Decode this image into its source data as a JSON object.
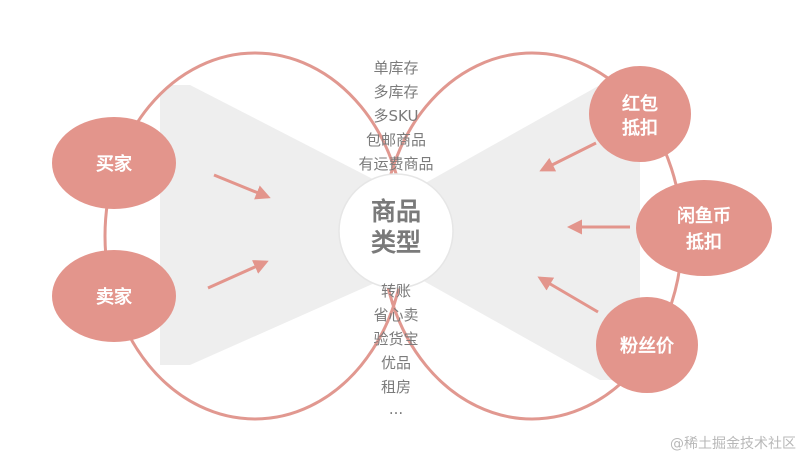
{
  "center_title": [
    "商品",
    "类型"
  ],
  "product_types_top": [
    "单库存",
    "多库存",
    "多SKU",
    "包邮商品",
    "有运费商品"
  ],
  "product_types_bottom": [
    "转账",
    "省心卖",
    "验货宝",
    "优品",
    "租房",
    "..."
  ],
  "left_nodes": [
    {
      "lines": [
        "买家"
      ]
    },
    {
      "lines": [
        "卖家"
      ]
    }
  ],
  "right_nodes": [
    {
      "lines": [
        "红包",
        "抵扣"
      ]
    },
    {
      "lines": [
        "闲鱼币",
        "抵扣"
      ]
    },
    {
      "lines": [
        "粉丝价"
      ]
    }
  ],
  "watermark": "@稀土掘金技术社区",
  "colors": {
    "node_fill": "#e3958c",
    "ring_stroke": "#e19890",
    "arrow": "#e3958c",
    "band": "#eeeeee"
  }
}
